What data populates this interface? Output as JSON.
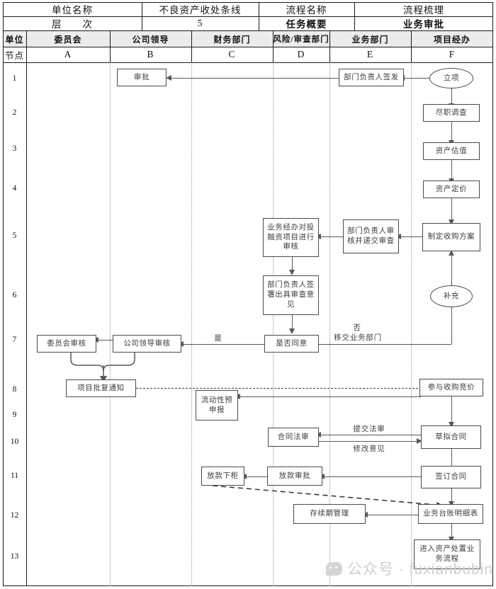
{
  "meta_table": {
    "rows": [
      [
        {
          "label": "单位名称",
          "value": "不良资产收处条线"
        },
        {
          "label": "流程名称",
          "value": "流程梳理"
        }
      ],
      [
        {
          "label": "层　　次",
          "value": "5"
        },
        {
          "label": "任务概要",
          "value": "业务审批"
        }
      ]
    ]
  },
  "lane_header": {
    "unit_label": "单位",
    "node_label": "节点",
    "lanes": [
      {
        "name": "委员会",
        "code": "A"
      },
      {
        "name": "公司领导",
        "code": "B"
      },
      {
        "name": "财务部门",
        "code": "C"
      },
      {
        "name": "风险/审查部门",
        "code": "D"
      },
      {
        "name": "业务部门",
        "code": "E"
      },
      {
        "name": "项目经办",
        "code": "F"
      }
    ]
  },
  "row_numbers": [
    "1",
    "2",
    "3",
    "4",
    "5",
    "6",
    "7",
    "8",
    "9",
    "10",
    "11",
    "12",
    "13"
  ],
  "nodes": [
    {
      "id": "approve",
      "label": "审批",
      "lane": "B",
      "row": "1",
      "shape": "rect"
    },
    {
      "id": "dept-head-issue",
      "label": "部门负责人签发",
      "lane": "E",
      "row": "1",
      "shape": "rect"
    },
    {
      "id": "project-start",
      "label": "立项",
      "lane": "F",
      "row": "1",
      "shape": "oval"
    },
    {
      "id": "due-diligence",
      "label": "尽职调查",
      "lane": "F",
      "row": "2",
      "shape": "rect"
    },
    {
      "id": "asset-valuation",
      "label": "资产估值",
      "lane": "F",
      "row": "3",
      "shape": "rect"
    },
    {
      "id": "asset-pricing",
      "label": "资产定价",
      "lane": "F",
      "row": "4",
      "shape": "rect"
    },
    {
      "id": "acquisition-plan",
      "label": "制定收购方案",
      "lane": "F",
      "row": "5",
      "shape": "rect"
    },
    {
      "id": "dept-head-review",
      "label": "部门负责人审核并递交审查",
      "lane": "E",
      "row": "5",
      "shape": "rect"
    },
    {
      "id": "business-review",
      "label": "业务经办对投融资项目进行审核",
      "lane": "D",
      "row": "5",
      "shape": "rect"
    },
    {
      "id": "dept-head-opinion",
      "label": "部门负责人签署出具审查意见",
      "lane": "D",
      "row": "6",
      "shape": "rect"
    },
    {
      "id": "supplement",
      "label": "补充",
      "lane": "F",
      "row": "6",
      "shape": "oval"
    },
    {
      "id": "agree-decision",
      "label": "是否同意",
      "lane": "D",
      "row": "7",
      "shape": "rect"
    },
    {
      "id": "leader-review",
      "label": "公司领导审核",
      "lane": "B",
      "row": "7",
      "shape": "rect"
    },
    {
      "id": "committee-review",
      "label": "委员会审核",
      "lane": "A",
      "row": "7",
      "shape": "rect"
    },
    {
      "id": "approval-notice",
      "label": "项目批复通知",
      "lane": "A",
      "row": "8",
      "shape": "rect"
    },
    {
      "id": "bid-participate",
      "label": "参与收购竞价",
      "lane": "F",
      "row": "8",
      "shape": "rect"
    },
    {
      "id": "liquidity-predecl",
      "label": "流动性预申报",
      "lane": "C",
      "row": "9",
      "shape": "rect"
    },
    {
      "id": "contract-draft",
      "label": "草拟合同",
      "lane": "F",
      "row": "10",
      "shape": "rect"
    },
    {
      "id": "contract-legal",
      "label": "合同法审",
      "lane": "D",
      "row": "10",
      "shape": "rect"
    },
    {
      "id": "contract-sign",
      "label": "签订合同",
      "lane": "F",
      "row": "11",
      "shape": "rect"
    },
    {
      "id": "loan-approval",
      "label": "放款审批",
      "lane": "D",
      "row": "11",
      "shape": "rect"
    },
    {
      "id": "loan-release",
      "label": "放款下柜",
      "lane": "C",
      "row": "11",
      "shape": "rect"
    },
    {
      "id": "ledger-detail",
      "label": "业务台账明细表",
      "lane": "F",
      "row": "12",
      "shape": "rect"
    },
    {
      "id": "duration-mgmt",
      "label": "存续期管理",
      "lane": "D",
      "row": "12",
      "shape": "rect"
    },
    {
      "id": "asset-disposal",
      "label": "进入资产处置业务流程",
      "lane": "F",
      "row": "13",
      "shape": "rect"
    }
  ],
  "edge_labels": [
    {
      "id": "yes",
      "text": "是"
    },
    {
      "id": "no",
      "text": "否"
    },
    {
      "id": "transfer-dept",
      "text": "移交业务部门"
    },
    {
      "id": "submit-legal",
      "text": "提交法审"
    },
    {
      "id": "revise-opinion",
      "text": "修改意见"
    }
  ],
  "watermark": {
    "text": "公众号 · fuxianbubin"
  },
  "colors": {
    "border": "#1b1b1b",
    "node_border": "#4a4a4a",
    "line": "#595959",
    "band": "#ececec",
    "text": "#3d3d3d"
  }
}
